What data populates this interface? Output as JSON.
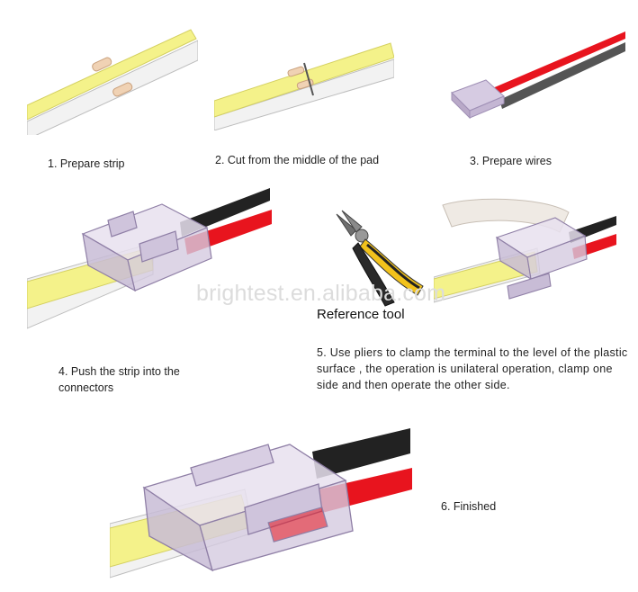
{
  "steps": [
    {
      "label": "1. Prepare strip"
    },
    {
      "label": "2. Cut from the middle of the pad"
    },
    {
      "label": "3. Prepare wires"
    },
    {
      "label": "4. Push the strip into the connectors"
    },
    {
      "label": "5. Use pliers to clamp the terminal to the level of the plastic surface , the operation is unilateral operation, clamp one side and then operate the other side."
    },
    {
      "label": "6. Finished"
    }
  ],
  "reference_tool": "Reference tool",
  "watermark": "brightest.en.alibaba.com",
  "colors": {
    "strip_yellow": "#f4f28a",
    "strip_base": "#eeeeee",
    "pad_copper": "#f0d2b4",
    "wire_red": "#e8141e",
    "wire_black": "#222222",
    "connector": "#b9a9c8",
    "plier_yellow": "#f2c21c"
  }
}
